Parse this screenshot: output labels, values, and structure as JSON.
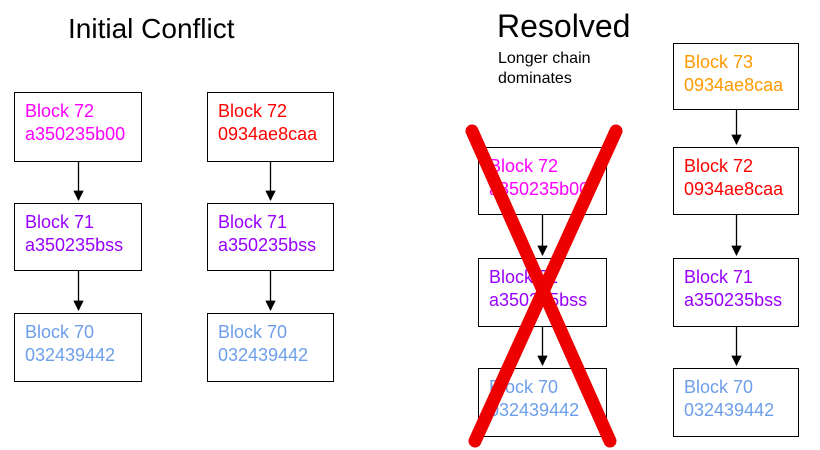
{
  "colors": {
    "title_text": "#000000",
    "box_border": "#000000",
    "arrow": "#000000",
    "cross_red": "#EE0000",
    "magenta": "#FF00FF",
    "red": "#FF0000",
    "purple": "#9900FF",
    "blue": "#6D9EEB",
    "orange": "#FF9900"
  },
  "left_panel": {
    "title": "Initial Conflict"
  },
  "right_panel": {
    "title": "Resolved",
    "subtitle_line1": "Longer chain",
    "subtitle_line2": "dominates"
  },
  "chains": {
    "fork_a": {
      "blocks": [
        {
          "label": "Block 72",
          "hash": "a350235b00",
          "color": "#FF00FF"
        },
        {
          "label": "Block 71",
          "hash": "a350235bss",
          "color": "#9900FF"
        },
        {
          "label": "Block 70",
          "hash": "032439442",
          "color": "#6D9EEB"
        }
      ]
    },
    "fork_b": {
      "blocks": [
        {
          "label": "Block 72",
          "hash": "0934ae8caa",
          "color": "#FF0000"
        },
        {
          "label": "Block 71",
          "hash": "a350235bss",
          "color": "#9900FF"
        },
        {
          "label": "Block 70",
          "hash": "032439442",
          "color": "#6D9EEB"
        }
      ]
    },
    "rejected": {
      "blocks": [
        {
          "label": "Block 72",
          "hash": "a350235b00",
          "color": "#FF00FF"
        },
        {
          "label": "Block 71",
          "hash": "a350235bss",
          "color": "#9900FF"
        },
        {
          "label": "Block 70",
          "hash": "032439442",
          "color": "#6D9EEB"
        }
      ]
    },
    "winning": {
      "blocks": [
        {
          "label": "Block 73",
          "hash": "0934ae8caa",
          "color": "#FF9900"
        },
        {
          "label": "Block 72",
          "hash": "0934ae8caa",
          "color": "#FF0000"
        },
        {
          "label": "Block 71",
          "hash": "a350235bss",
          "color": "#9900FF"
        },
        {
          "label": "Block 70",
          "hash": "032439442",
          "color": "#6D9EEB"
        }
      ]
    }
  }
}
